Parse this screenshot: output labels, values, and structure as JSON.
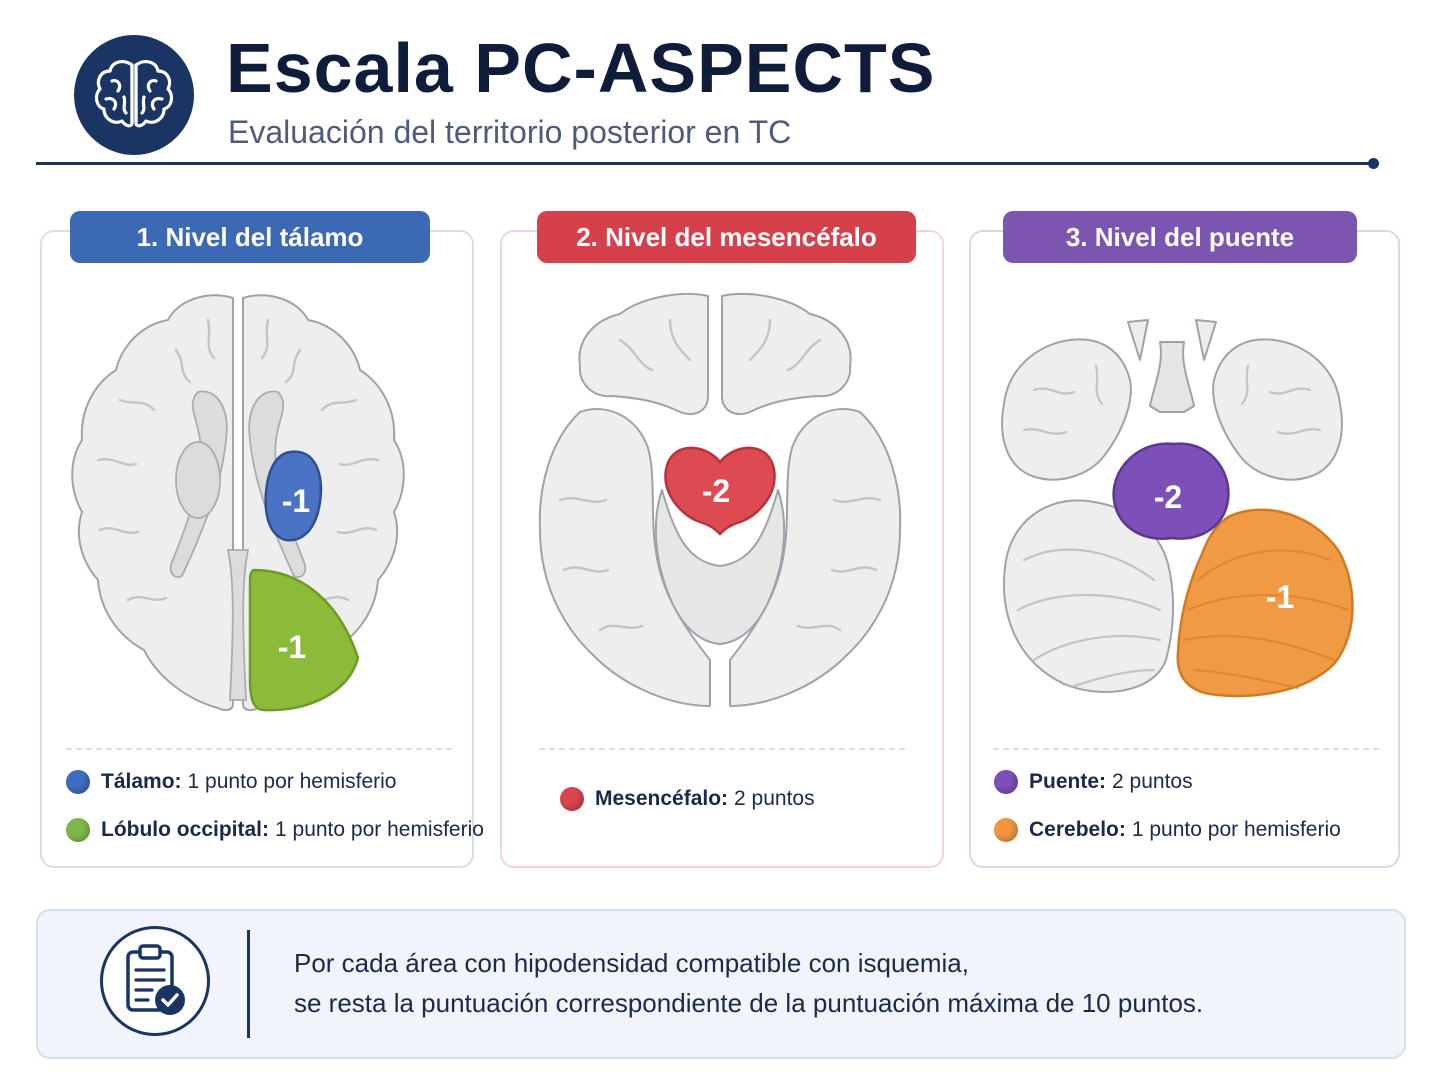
{
  "header": {
    "title": "Escala PC-ASPECTS",
    "subtitle": "Evaluación del territorio posterior en TC",
    "logo_icon": "brain-icon",
    "accent_color": "#1a3563"
  },
  "panels": [
    {
      "label": "1. Nivel del tálamo",
      "color": "#3b69b4",
      "regions": [
        {
          "score": "-1",
          "color": "#4a73c4"
        },
        {
          "score": "-1",
          "color": "#8cbb3a"
        }
      ],
      "legend": [
        {
          "name": "Tálamo:",
          "desc": "1 punto por hemisferio",
          "color": "#3f6cc0"
        },
        {
          "name": "Lóbulo occipital:",
          "desc": "1 punto por hemisferio",
          "color": "#7fb84a"
        }
      ]
    },
    {
      "label": "2. Nivel del mesencéfalo",
      "color": "#d6404a",
      "regions": [
        {
          "score": "-2",
          "color": "#de4a52"
        }
      ],
      "legend": [
        {
          "name": "Mesencéfalo:",
          "desc": "2 puntos",
          "color": "#d8454d"
        }
      ]
    },
    {
      "label": "3. Nivel del puente",
      "color": "#7b55b0",
      "regions": [
        {
          "score": "-2",
          "color": "#7d4fb8"
        },
        {
          "score": "-1",
          "color": "#f09b44"
        }
      ],
      "legend": [
        {
          "name": "Puente:",
          "desc": "2 puntos",
          "color": "#7d4fb8"
        },
        {
          "name": "Cerebelo:",
          "desc": "1 punto por hemisferio",
          "color": "#f0973e"
        }
      ]
    }
  ],
  "footer": {
    "icon": "clipboard-check-icon",
    "line1": "Por cada área con hipodensidad compatible con isquemia,",
    "line2": "se resta la puntuación correspondiente de la puntuación máxima de 10 puntos."
  }
}
